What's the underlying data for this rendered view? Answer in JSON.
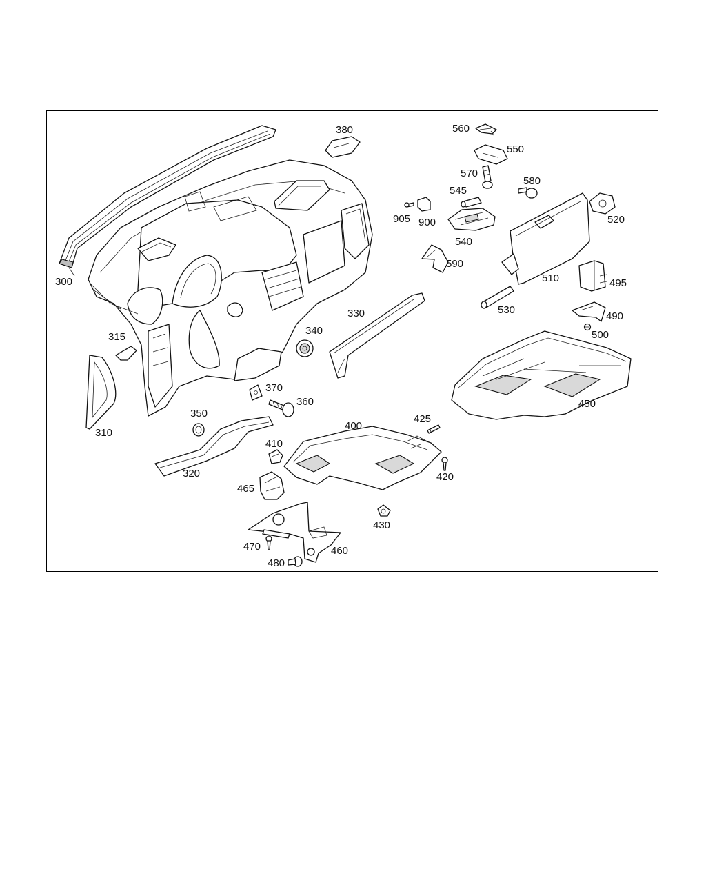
{
  "diagram": {
    "labels": {
      "p300": "300",
      "p310": "310",
      "p315": "315",
      "p320": "320",
      "p330": "330",
      "p340": "340",
      "p350": "350",
      "p360": "360",
      "p370": "370",
      "p380": "380",
      "p400": "400",
      "p410": "410",
      "p420": "420",
      "p425": "425",
      "p430": "430",
      "p450": "450",
      "p460": "460",
      "p465": "465",
      "p470": "470",
      "p480": "480",
      "p490": "490",
      "p495": "495",
      "p500": "500",
      "p510": "510",
      "p520": "520",
      "p530": "530",
      "p540": "540",
      "p545": "545",
      "p550": "550",
      "p560": "560",
      "p570": "570",
      "p580": "580",
      "p590": "590",
      "p900": "900",
      "p905": "905"
    }
  }
}
